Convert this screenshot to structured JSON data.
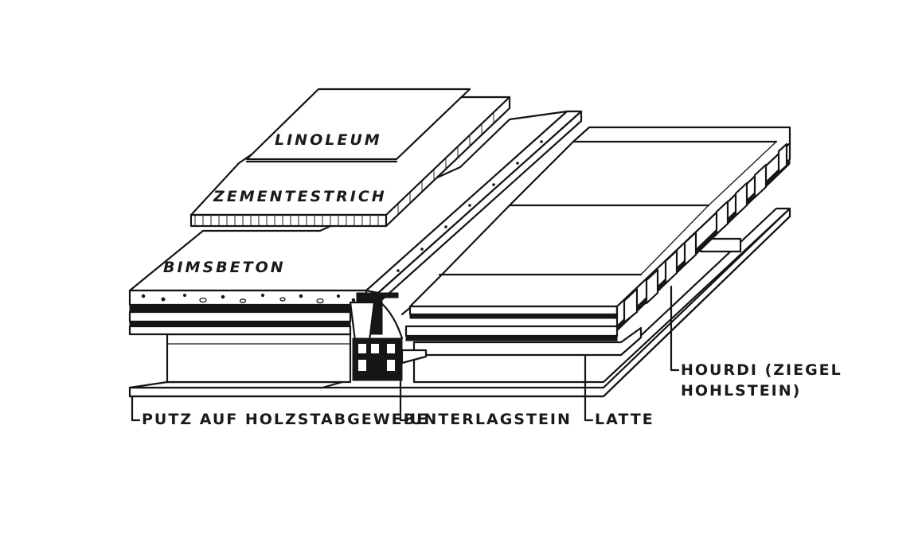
{
  "labels": {
    "linoleum": "LINOLEUM",
    "zementestrich": "ZEMENTESTRICH",
    "bimsbeton": "BIMSBETON",
    "putz": "PUTZ AUF HOLZSTABGEWEBE",
    "unterlagstein": "UNTERLAGSTEIN",
    "latte": "LATTE",
    "hourdi_line1": "HOURDI (ZIEGEL",
    "hourdi_line2": "HOHLSTEIN)"
  },
  "colors": {
    "ink": "#141414",
    "paper": "#ffffff"
  }
}
